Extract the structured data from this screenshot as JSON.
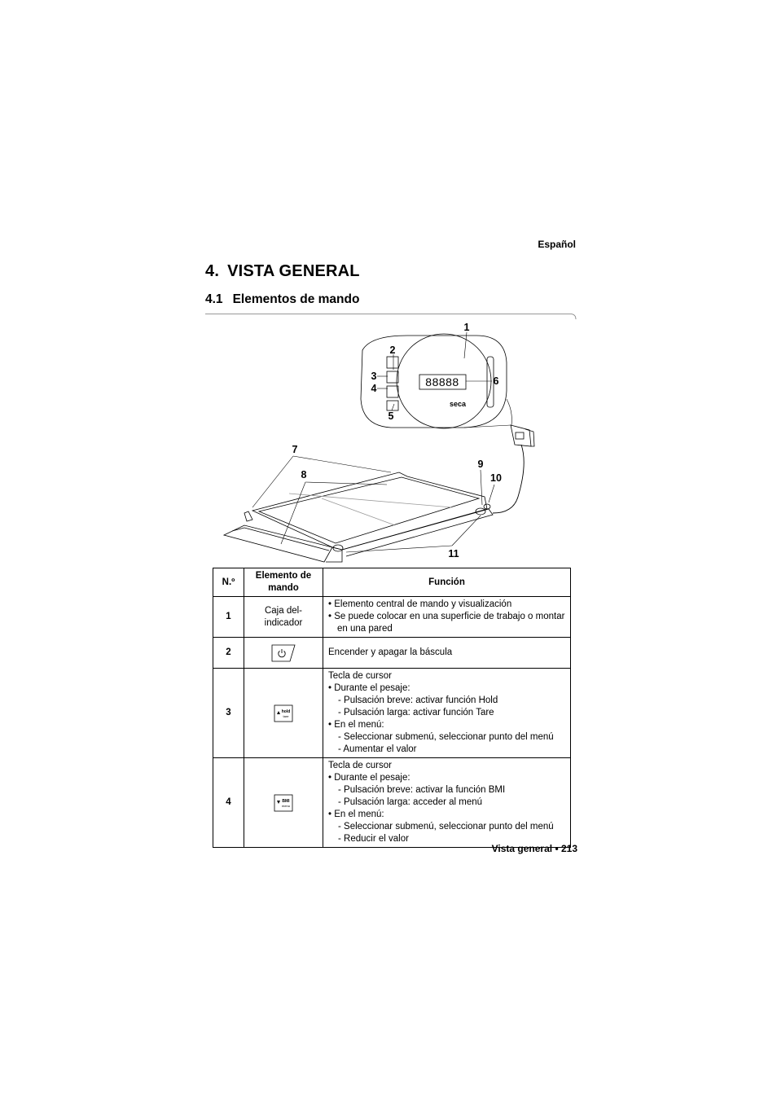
{
  "header": {
    "language": "Español"
  },
  "section": {
    "number": "4.",
    "title": "VISTA GENERAL"
  },
  "subsection": {
    "number": "4.1",
    "title": "Elementos de mando"
  },
  "figure": {
    "callouts": [
      "1",
      "2",
      "3",
      "4",
      "5",
      "6",
      "7",
      "8",
      "9",
      "10",
      "11"
    ],
    "display_digits": "88888",
    "brand": "seca"
  },
  "table": {
    "headers": {
      "number": "N.º",
      "element": "Elemento de mando",
      "function": "Función"
    },
    "rows": [
      {
        "number": "1",
        "element": "Caja del-indicador",
        "bullets": [
          "Elemento central de mando y visualización",
          "Se puede colocar en una superficie de trabajo o montar en una pared"
        ]
      },
      {
        "number": "2",
        "element_icon": "power-key-icon",
        "text": "Encender y apagar la báscula"
      },
      {
        "number": "3",
        "element_icon": "cursor-up-hold-tare-key-icon",
        "key_label_top": "hold",
        "key_label_bottom": "tare",
        "intro": "Tecla de cursor",
        "group1": "Durante el pesaje:",
        "group1_items": [
          "Pulsación breve: activar función Hold",
          "Pulsación larga: activar función Tare"
        ],
        "group2": "En el menú:",
        "group2_items": [
          "Seleccionar submenú, seleccionar punto del menú",
          "Aumentar el valor"
        ]
      },
      {
        "number": "4",
        "element_icon": "cursor-down-bmi-key-icon",
        "key_label_top": "BMI",
        "key_label_bottom": "menu",
        "intro": "Tecla de cursor",
        "group1": "Durante el pesaje:",
        "group1_items": [
          "Pulsación breve: activar la función BMI",
          "Pulsación larga: acceder al menú"
        ],
        "group2": "En el menú:",
        "group2_items": [
          "Seleccionar submenú, seleccionar punto del menú",
          "Reducir el valor"
        ]
      }
    ]
  },
  "footer": {
    "text": "Vista general • 213"
  }
}
